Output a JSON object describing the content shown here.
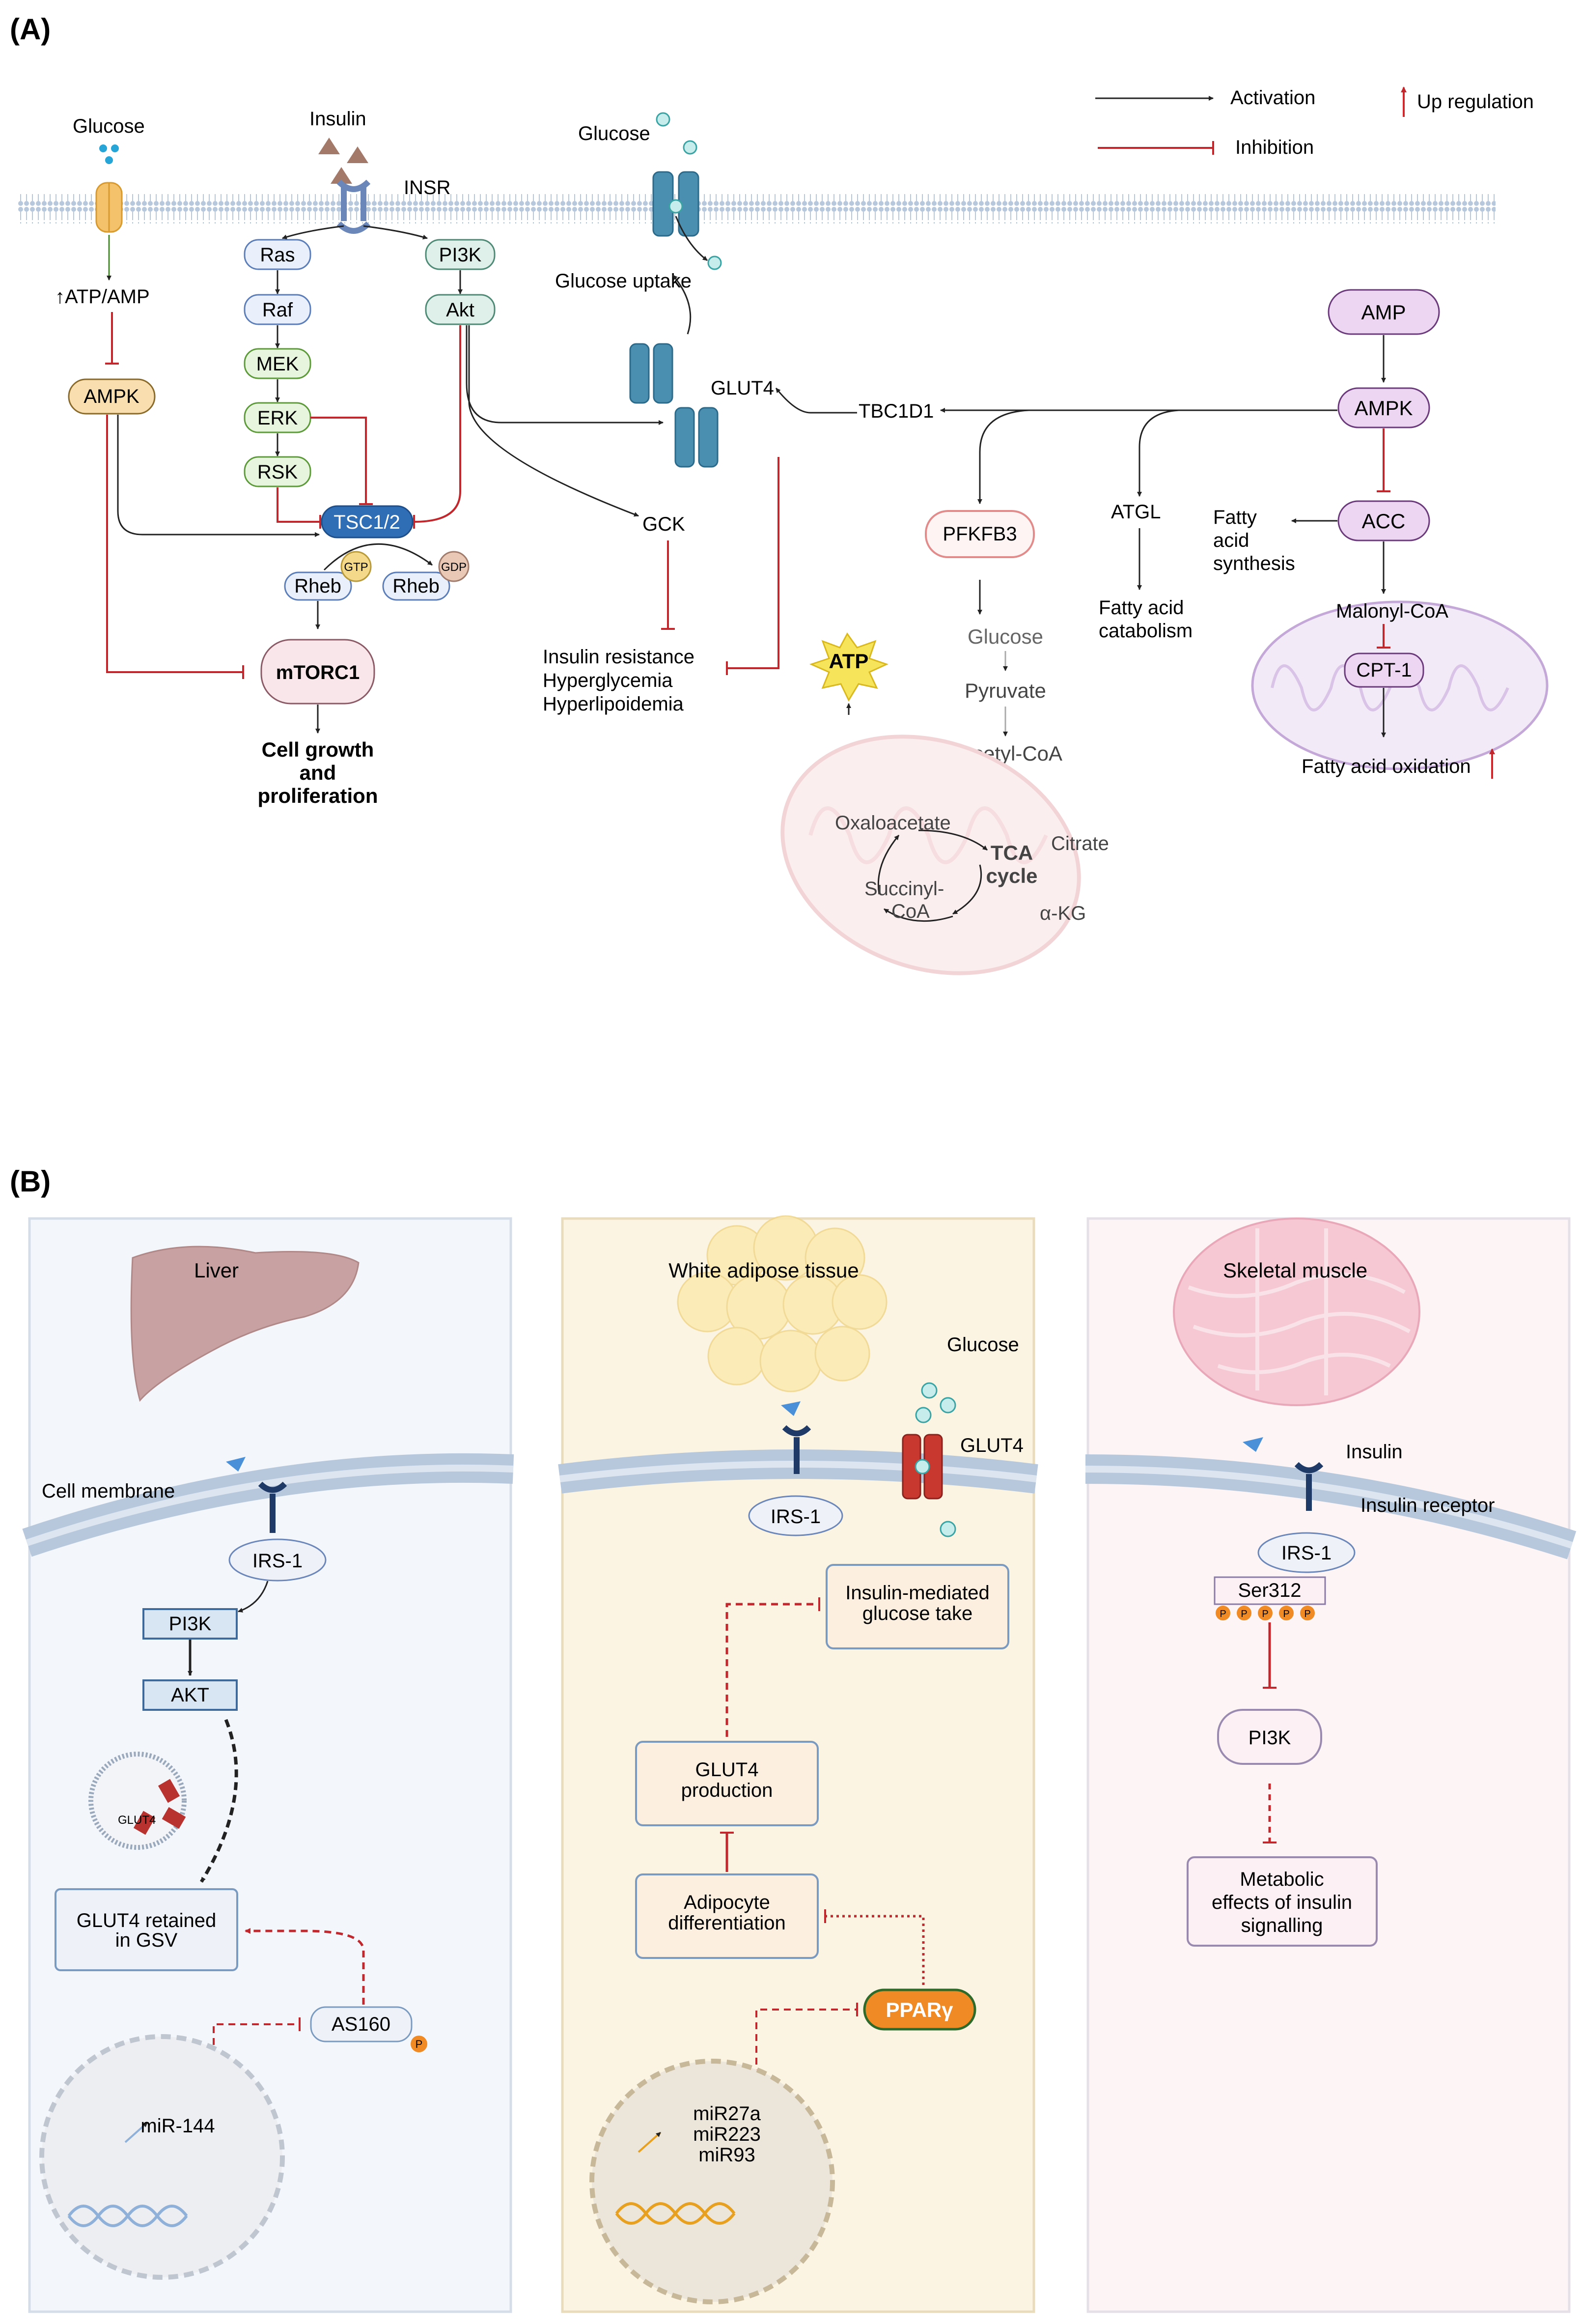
{
  "panel_a": {
    "label": "(A)",
    "legend": {
      "activation": "Activation",
      "inhibition": "Inhibition",
      "up_regulation": "Up regulation"
    },
    "membrane": {
      "glucose_left": "Glucose",
      "insulin": "Insulin",
      "insr": "INSR",
      "glucose_right": "Glucose",
      "glucose_uptake": "Glucose uptake"
    },
    "left_branch": {
      "atp_amp": "↑ATP/AMP",
      "ampk": "AMPK"
    },
    "mapk": [
      "Ras",
      "Raf",
      "MEK",
      "ERK",
      "RSK"
    ],
    "pi3k": [
      "PI3K",
      "Akt"
    ],
    "mtor": {
      "tsc": "TSC1/2",
      "rheb_gtp": "Rheb",
      "rheb_gdp": "Rheb",
      "gtp": "GTP",
      "gdp": "GDP",
      "mtorc1": "mTORC1",
      "outcome": [
        "Cell growth",
        "and",
        "proliferation"
      ]
    },
    "center": {
      "glut4": "GLUT4",
      "gck": "GCK",
      "disease": [
        "Insulin resistance",
        "Hyperglycemia",
        "Hyperlipoidemia"
      ],
      "tbc1d1": "TBC1D1"
    },
    "right": {
      "amp": "AMP",
      "ampk": "AMPK",
      "acc": "ACC",
      "fas": [
        "Fatty",
        "acid",
        "synthesis"
      ],
      "atgl": "ATGL",
      "fa_catabolism": [
        "Fatty acid",
        "catabolism"
      ],
      "malonyl": "Malonyl-CoA",
      "cpt1": "CPT-1",
      "fao": "Fatty acid oxidation"
    },
    "glycolysis": {
      "pfkfb3": "PFKFB3",
      "glucose": "Glucose",
      "pyruvate": "Pyruvate",
      "acetyl": "Acetyl-CoA",
      "atp": "ATP"
    },
    "tca": {
      "oxaloacetate": "Oxaloacetate",
      "citrate": "Citrate",
      "center": [
        "TCA",
        "cycle"
      ],
      "succinyl": [
        "Succinyl-",
        "CoA"
      ],
      "akg": "α-KG"
    }
  },
  "panel_b": {
    "label": "(B)",
    "liver": {
      "title": "Liver",
      "cell_membrane": "Cell membrane",
      "irs1": "IRS-1",
      "pi3k": "PI3K",
      "akt": "AKT",
      "vesicle_label": "GLUT4",
      "gsv": [
        "GLUT4 retained",
        "in GSV"
      ],
      "as160": "AS160",
      "p": "P",
      "mirna": "miR-144"
    },
    "adipose": {
      "title": "White adipose tissue",
      "glucose": "Glucose",
      "glut4": "GLUT4",
      "irs1": "IRS-1",
      "uptake": [
        "Insulin-mediated",
        "glucose take"
      ],
      "production": [
        "GLUT4",
        "production"
      ],
      "differentiation": [
        "Adipocyte",
        "differentiation"
      ],
      "pparg": "PPARγ",
      "mirnas": [
        "miR27a",
        "miR223",
        "miR93"
      ]
    },
    "muscle": {
      "title": "Skeletal muscle",
      "insulin": "Insulin",
      "receptor": "Insulin receptor",
      "irs1": "IRS-1",
      "ser312": "Ser312",
      "p": "P",
      "pi3k": "PI3K",
      "metabolic": [
        "Metabolic",
        "effects of insulin",
        "signalling"
      ]
    }
  },
  "colors": {
    "activation": "#222222",
    "inhibition": "#c0282d",
    "up_regulation": "#d0282d",
    "membrane": "#b7c8dd",
    "glut4": "#4b8fb0",
    "tsc": "#2f6db5",
    "ampk_fill": "#f9dfb0",
    "ampk_right_fill": "#ecd6f2",
    "pfkfb3_stroke": "#e28b8b",
    "mito": "#f6dde0",
    "mito_right": "#e8d9f0",
    "pparg": "#f08a24",
    "liver": "#c8a2a2",
    "muscle_bg": "#fdf5f5",
    "adipose_bg": "#fbf4e2",
    "liver_bg": "#f3f6fb"
  }
}
